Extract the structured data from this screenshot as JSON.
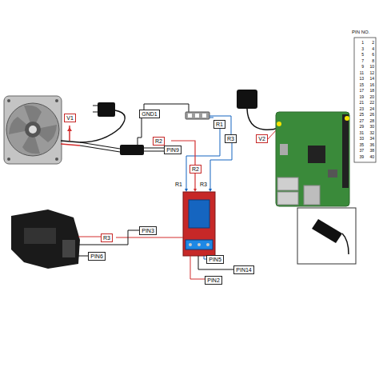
{
  "diagram": {
    "nodes": [
      {
        "text": [
          "GND1"
        ]
      },
      {
        "text": [
          "V1"
        ]
      },
      {
        "text": [
          "R1"
        ]
      },
      {
        "text": [
          "R3"
        ]
      },
      {
        "text": [
          "R2"
        ]
      },
      {
        "text": [
          "V2"
        ]
      },
      {
        "text": [
          "PIN9"
        ]
      },
      {
        "text": [
          "R2"
        ]
      },
      {
        "text": [
          "PIN3"
        ]
      },
      {
        "text": [
          "R3"
        ]
      },
      {
        "text": [
          "PIN6"
        ]
      },
      {
        "text": [
          "PIN5"
        ]
      },
      {
        "text": [
          "PIN14"
        ]
      },
      {
        "text": [
          "PIN2"
        ]
      }
    ],
    "labels": [
      "PIN NO.",
      "R1",
      "R3",
      "1",
      "2",
      "3",
      "4",
      "5",
      "6",
      "7",
      "8",
      "9",
      "10",
      "11",
      "12",
      "13",
      "14",
      "15",
      "16",
      "17",
      "18",
      "19",
      "20",
      "21",
      "22",
      "23",
      "24",
      "25",
      "26",
      "27",
      "28",
      "29",
      "30",
      "31",
      "32",
      "33",
      "34",
      "35",
      "36",
      "37",
      "38",
      "39",
      "40"
    ]
  }
}
